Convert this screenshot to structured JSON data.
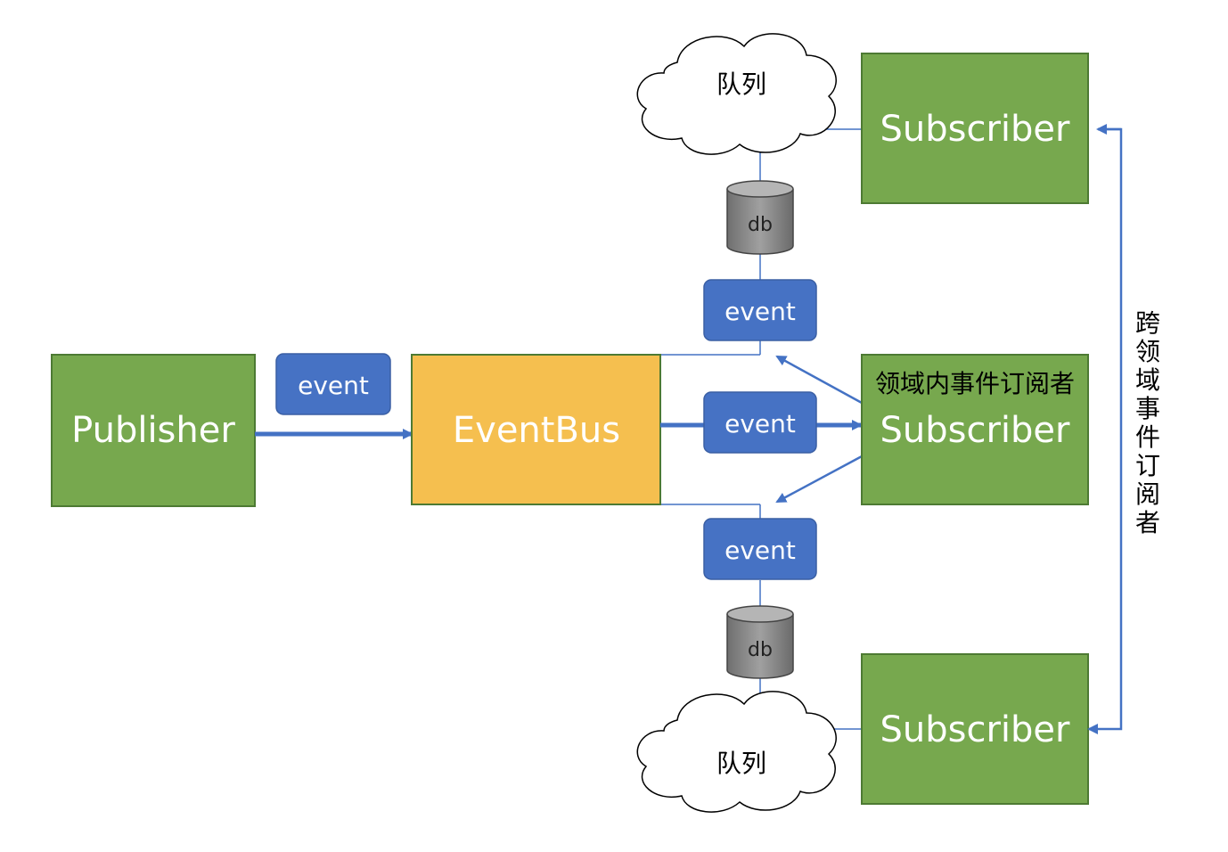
{
  "publisher": {
    "label": "Publisher"
  },
  "eventbus": {
    "label": "EventBus"
  },
  "subscribers": {
    "top": {
      "label": "Subscriber"
    },
    "middle": {
      "label": "Subscriber",
      "note": "领域内事件订阅者"
    },
    "bottom": {
      "label": "Subscriber"
    }
  },
  "events": {
    "publisher_to_bus": "event",
    "top": "event",
    "middle": "event",
    "bottom": "event"
  },
  "databases": {
    "top": "db",
    "bottom": "db"
  },
  "queues": {
    "top": "队列",
    "bottom": "队列"
  },
  "cross_domain_label": [
    "跨",
    "领",
    "域",
    "事",
    "件",
    "订",
    "阅",
    "者"
  ],
  "colors": {
    "green_box": "#77a84e",
    "green_border": "#4d7a33",
    "eventbus_fill": "#f5bf4f",
    "eventbus_border": "#4d7a33",
    "event_pill": "#4672c4",
    "arrow_blue": "#4472c4",
    "db_gray": "#8a8a8a"
  }
}
